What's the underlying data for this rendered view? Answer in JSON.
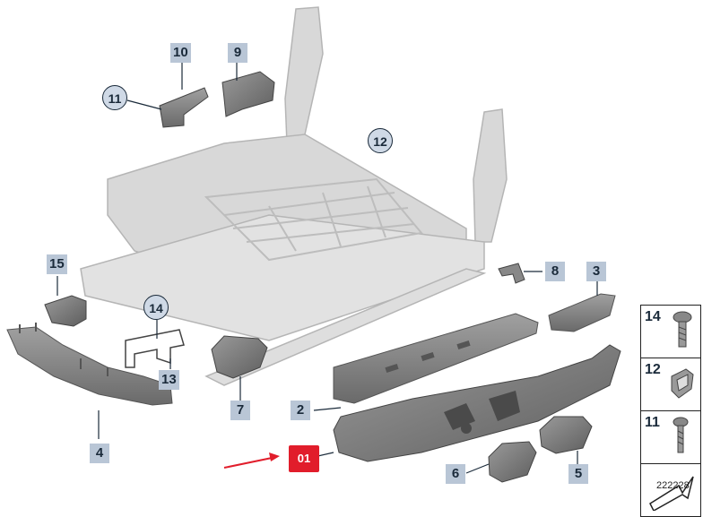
{
  "callouts": {
    "c10": "10",
    "c9": "9",
    "c11": "11",
    "c12": "12",
    "c15": "15",
    "c8": "8",
    "c3": "3",
    "c14": "14",
    "c13": "13",
    "c7": "7",
    "c2": "2",
    "c4": "4",
    "c01": "01",
    "c6": "6",
    "c5": "5"
  },
  "legend": {
    "items": [
      "14",
      "12",
      "11",
      ""
    ]
  },
  "diagram_id": "222228",
  "colors": {
    "frame": "#c9c9c9",
    "part": "#8a8a8a",
    "callout_fill": "#b9c6d6",
    "highlight": "#e11d2b"
  }
}
